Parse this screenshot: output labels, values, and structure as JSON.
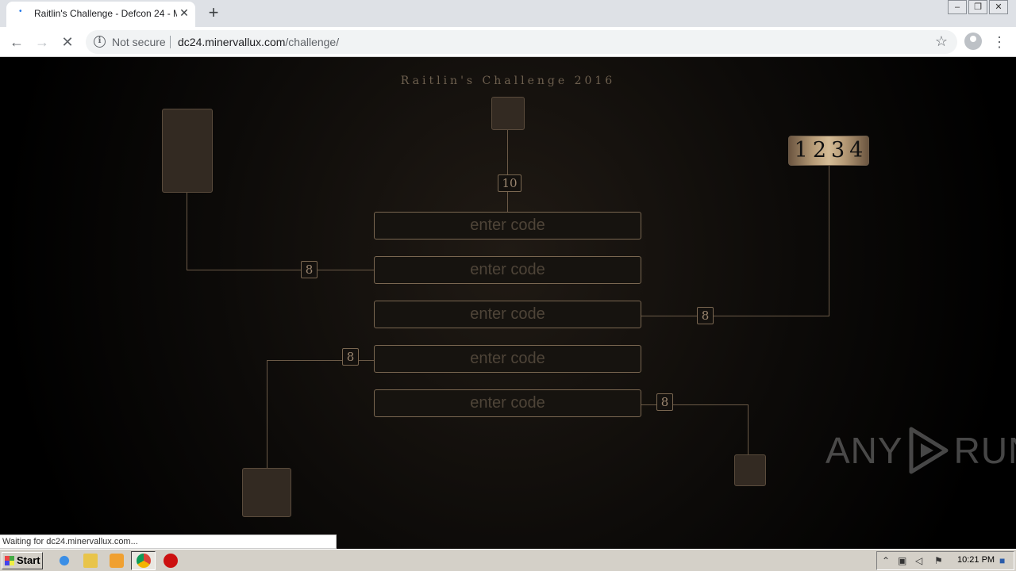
{
  "browser": {
    "tab": {
      "title": "Raitlin's Challenge - Defcon 24 - Minervallux"
    },
    "new_tab_icon": "plus-icon",
    "address": {
      "security_label": "Not secure",
      "host": "dc24.minervallux.com",
      "path": "/challenge/"
    }
  },
  "page": {
    "title": "Raitlin's Challenge 2016",
    "inputs": [
      {
        "placeholder": "enter code"
      },
      {
        "placeholder": "enter code"
      },
      {
        "placeholder": "enter code"
      },
      {
        "placeholder": "enter code"
      },
      {
        "placeholder": "enter code"
      }
    ],
    "badges": {
      "top": "10",
      "left_upper": "8",
      "right_upper": "8",
      "left_lower": "8",
      "right_lower": "8"
    },
    "combination": "1234"
  },
  "watermark": {
    "left": "ANY",
    "right": "RUN"
  },
  "status_bar": {
    "text": "Waiting for dc24.minervallux.com..."
  },
  "taskbar": {
    "start_label": "Start",
    "clock": "10:21 PM"
  }
}
